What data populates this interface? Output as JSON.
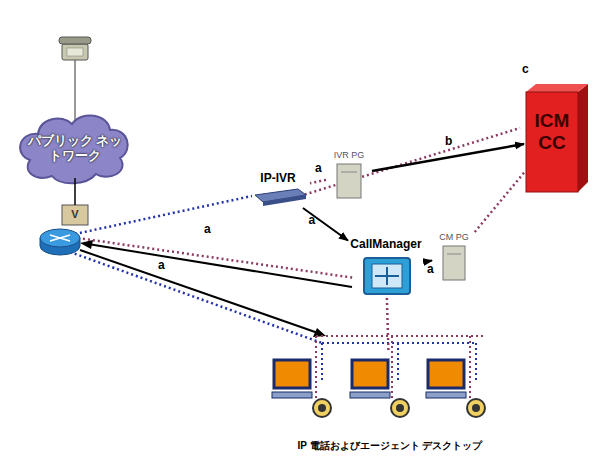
{
  "diagram": {
    "nodes": [
      {
        "text": [
          "パブリック ネットワーク"
        ]
      },
      {
        "text": [
          "V"
        ]
      },
      {
        "text": [
          "IP-IVR"
        ]
      },
      {
        "text": [
          "IVR PG"
        ]
      },
      {
        "text": [
          "ICM CC"
        ]
      },
      {
        "text": [
          "CallManager"
        ]
      },
      {
        "text": [
          "CM PG"
        ]
      },
      {
        "text": [
          "IP 電話およびエージェント デスクトップ"
        ]
      }
    ],
    "edges": [
      {
        "from": 0,
        "to": 1,
        "arrow": "none"
      },
      {
        "from": 2,
        "to": 5,
        "label": "a",
        "arrow": "to"
      },
      {
        "from": 3,
        "to": 2,
        "label": "a",
        "arrow": "none"
      },
      {
        "from": 3,
        "to": 4,
        "label": "b",
        "arrow": "to"
      },
      {
        "from": 5,
        "to": 6,
        "label": "a",
        "arrow": "to"
      },
      {
        "from": 6,
        "to": 4,
        "arrow": "none"
      },
      {
        "from": 5,
        "to": 7,
        "arrow": "none"
      }
    ],
    "labels": [
      "a",
      "a",
      "c"
    ]
  }
}
